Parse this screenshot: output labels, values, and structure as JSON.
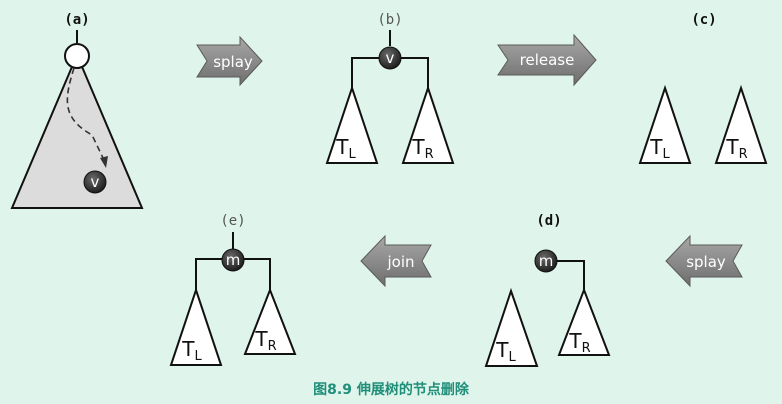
{
  "panels": {
    "a": {
      "label": "(a)",
      "node": "v"
    },
    "b": {
      "label": "(b)",
      "node": "v",
      "left": "T",
      "left_sub": "L",
      "right": "T",
      "right_sub": "R"
    },
    "c": {
      "label": "(c)",
      "left": "T",
      "left_sub": "L",
      "right": "T",
      "right_sub": "R"
    },
    "d": {
      "label": "(d)",
      "node": "m",
      "left": "T",
      "left_sub": "L",
      "right": "T",
      "right_sub": "R"
    },
    "e": {
      "label": "(e)",
      "node": "m",
      "left": "T",
      "left_sub": "L",
      "right": "T",
      "right_sub": "R"
    }
  },
  "arrows": {
    "splay_top": "splay",
    "release": "release",
    "splay_bottom": "splay",
    "join": "join"
  },
  "caption": "图8.9  伸展树的节点删除",
  "colors": {
    "background": "#dff4ea",
    "arrow_fill": "#8a8a8a",
    "tree_fill": "#dcdcdc",
    "node_fill": "#2e2e2e",
    "caption": "#1f8f7a"
  }
}
